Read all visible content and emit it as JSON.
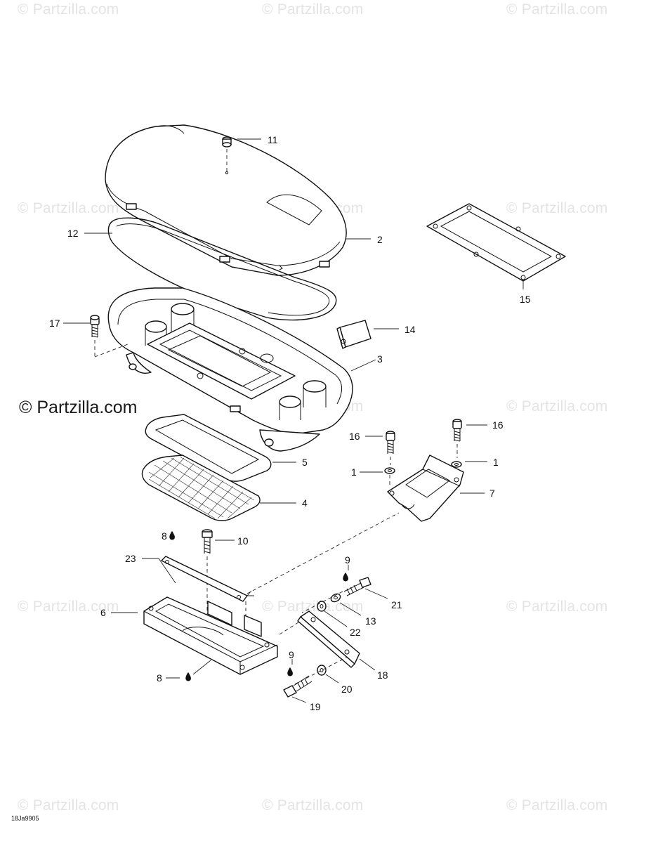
{
  "watermark": {
    "text": "© Partzilla.com",
    "main_text": "© Partzilla.com"
  },
  "drawing_code": "18Ja9905",
  "callouts": {
    "c1a": "1",
    "c1b": "1",
    "c2": "2",
    "c3": "3",
    "c4": "4",
    "c5": "5",
    "c6": "6",
    "c7": "7",
    "c8a": "8",
    "c8b": "8",
    "c9a": "9",
    "c9b": "9",
    "c10": "10",
    "c11": "11",
    "c12": "12",
    "c13": "13",
    "c14": "14",
    "c15": "15",
    "c16a": "16",
    "c16b": "16",
    "c17": "17",
    "c18": "18",
    "c19": "19",
    "c20": "20",
    "c21": "21",
    "c22": "22",
    "c23": "23"
  }
}
